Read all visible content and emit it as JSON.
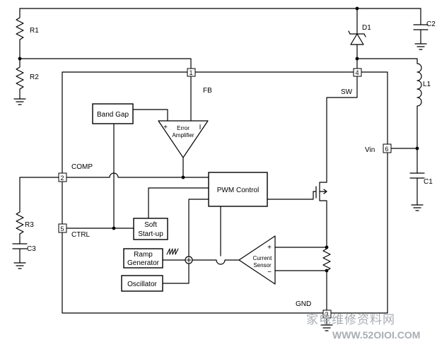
{
  "components": {
    "r1": "R1",
    "r2": "R2",
    "r3": "R3",
    "c1": "C1",
    "c2": "C2",
    "c3": "C3",
    "d1": "D1",
    "l1": "L1"
  },
  "pins": {
    "fb_num": "1",
    "fb": "FB",
    "comp_num": "2",
    "comp": "COMP",
    "gnd_num": "3",
    "gnd": "GND",
    "sw_num": "4",
    "sw": "SW",
    "ctrl_num": "5",
    "ctrl": "CTRL",
    "vin_num": "6",
    "vin": "Vin"
  },
  "blocks": {
    "band_gap": "Band Gap",
    "error_amp_line1": "Error",
    "error_amp_line2": "Amplifier",
    "pwm_control": "PWM Control",
    "soft_start_line1": "Soft",
    "soft_start_line2": "Start-up",
    "ramp_line1": "Ramp",
    "ramp_line2": "Generator",
    "oscillator": "Oscillator",
    "current_sensor_line1": "Current",
    "current_sensor_line2": "Sensor"
  },
  "signs": {
    "plus": "+",
    "minus": "−",
    "amp_plus": "+",
    "amp_minus": "I"
  },
  "watermark": {
    "cn": "家电维修资料网",
    "url": "WWW.52OIOI.COM"
  }
}
